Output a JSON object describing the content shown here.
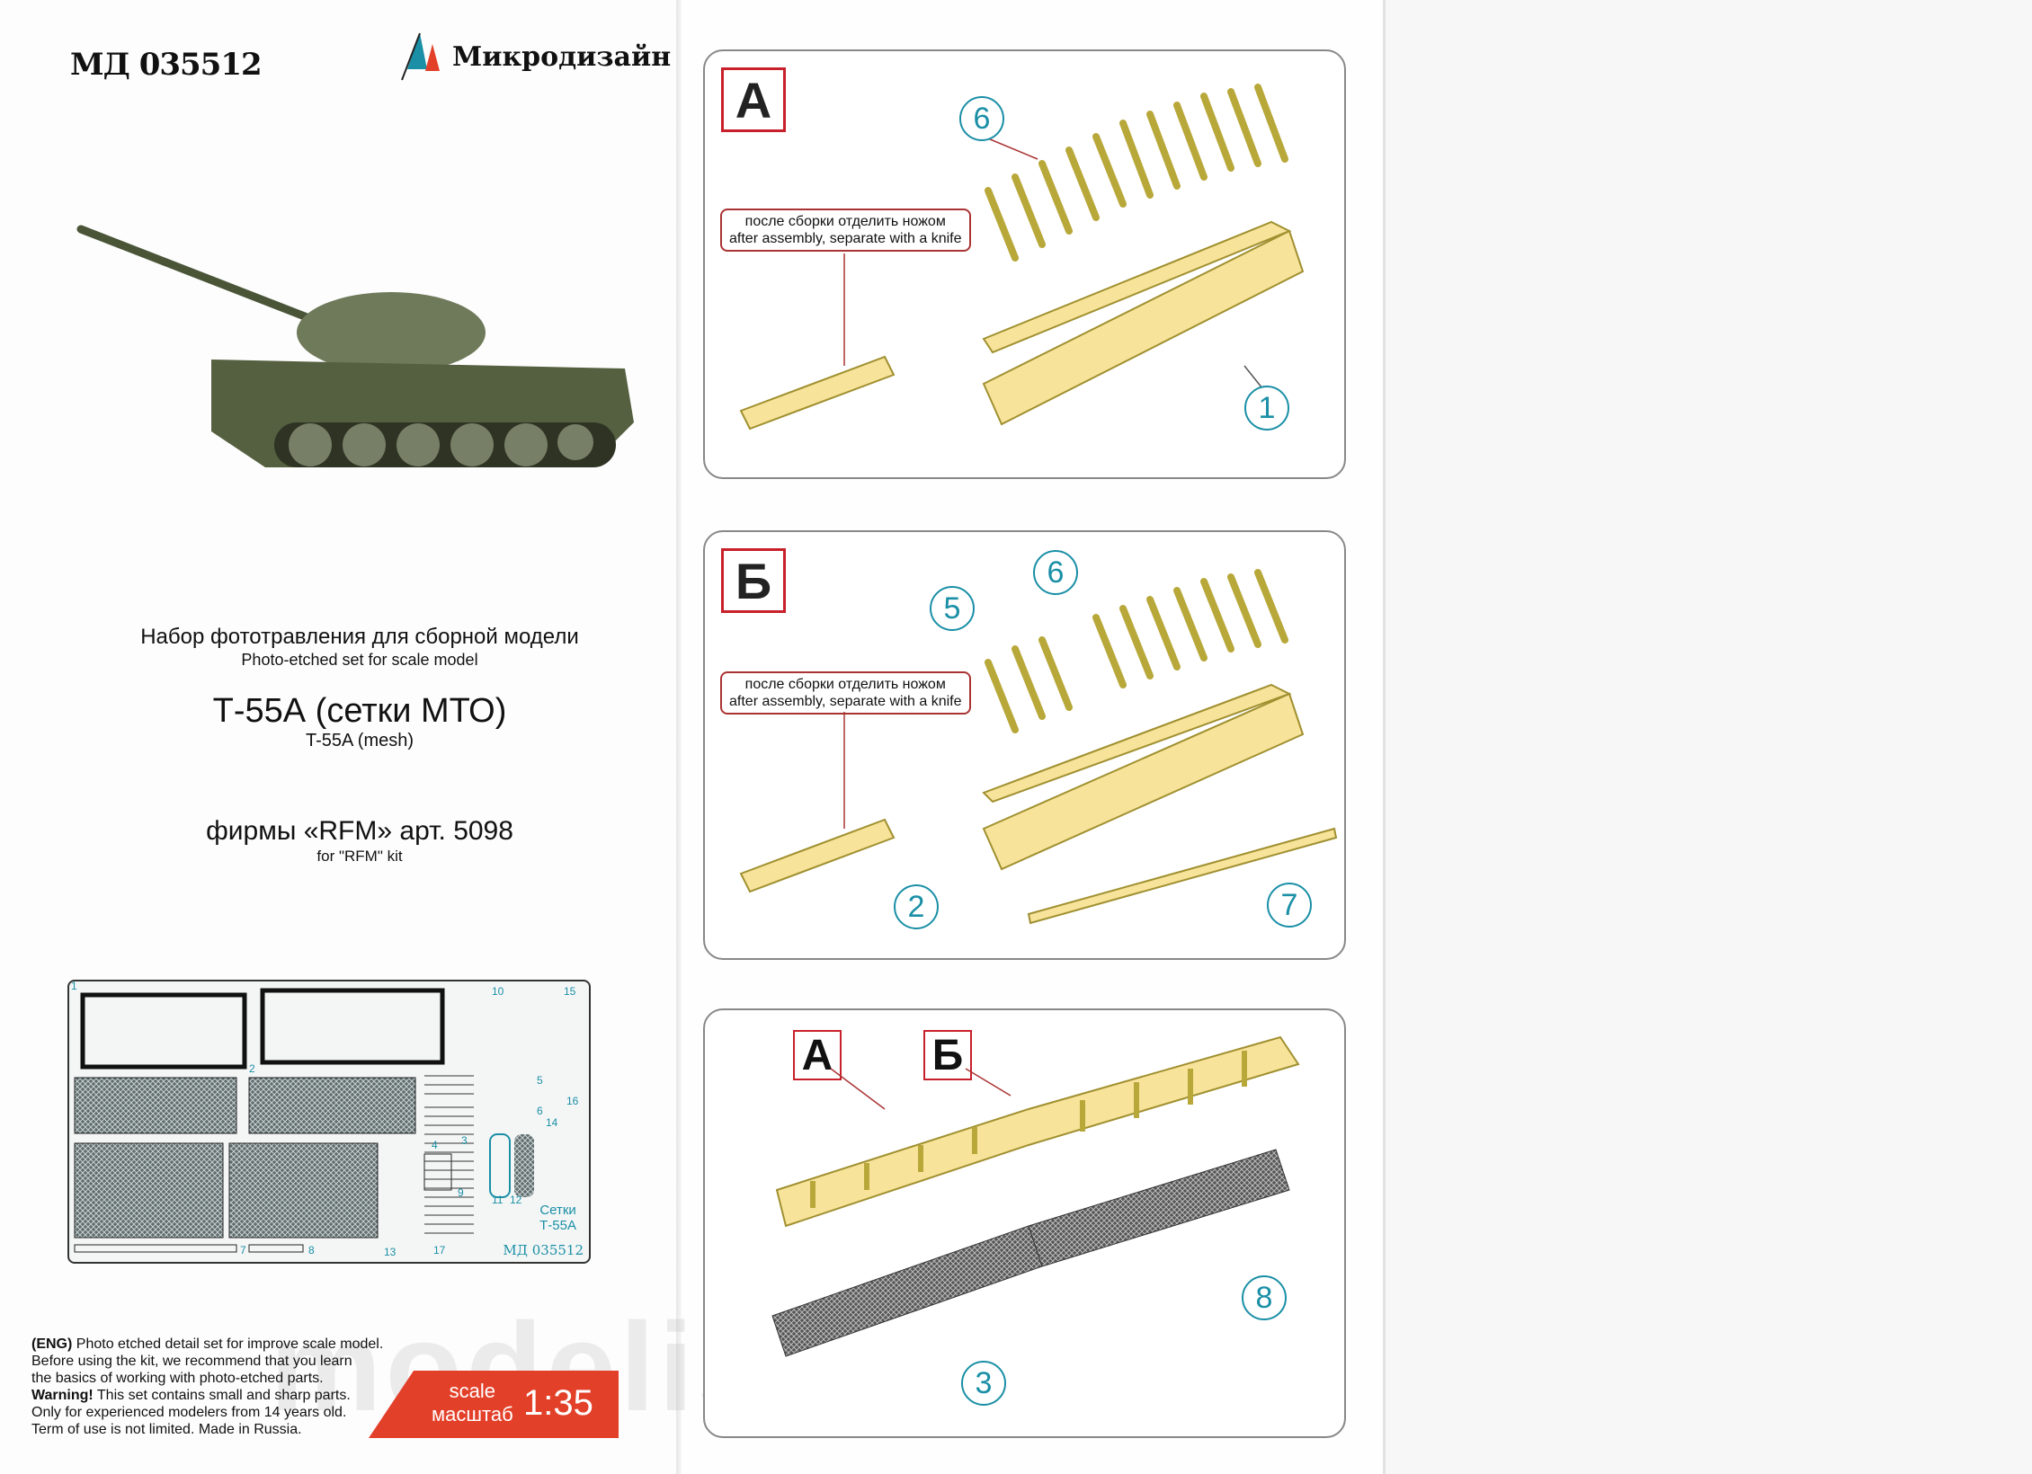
{
  "header": {
    "code": "МД 035512",
    "brand": "Микродизайн"
  },
  "product": {
    "line_ru": "Набор фототравления для сборной модели",
    "line_en": "Photo-etched set for scale model",
    "title_ru": "Т-55А (сетки МТО)",
    "title_en": "T-55A (mesh)",
    "kit_ru": "фирмы «RFM» арт. 5098",
    "kit_en": "for \"RFM\" kit"
  },
  "fret": {
    "label1": "Сетки",
    "label2": "Т-55А",
    "code": "МД 035512",
    "part_numbers": [
      "1",
      "2",
      "3",
      "4",
      "5",
      "6",
      "7",
      "8",
      "9",
      "10",
      "11",
      "12",
      "13",
      "14",
      "15",
      "16",
      "17"
    ]
  },
  "notice": {
    "lines": [
      {
        "bold": "(ENG)",
        "text": " Photo etched detail set for improve scale model."
      },
      {
        "bold": "",
        "text": "Before using the kit, we recommend that you learn"
      },
      {
        "bold": "",
        "text": "the basics of working with photo-etched parts."
      },
      {
        "bold": "Warning!",
        "text": " This set contains small and sharp parts."
      },
      {
        "bold": "",
        "text": "Only for experienced modelers from 14 years old."
      },
      {
        "bold": "",
        "text": "Term of use is not limited. Made in Russia."
      }
    ]
  },
  "scale": {
    "en": "scale",
    "ru": "масштаб",
    "value": "1:35"
  },
  "watermark": "modelist.ru",
  "steps": [
    {
      "label": "А",
      "callout_ru": "после сборки отделить ножом",
      "callout_en": "after assembly, separate with a knife",
      "parts": [
        "6",
        "1"
      ]
    },
    {
      "label": "Б",
      "callout_ru": "после сборки отделить ножом",
      "callout_en": "after assembly, separate with a knife",
      "parts": [
        "6",
        "5",
        "2",
        "7"
      ]
    },
    {
      "label_a": "А",
      "label_b": "Б",
      "parts": [
        "8",
        "3"
      ]
    }
  ],
  "colors": {
    "accent_red": "#c8202a",
    "teal": "#1a8fa6",
    "part_yellow": "#f7e39a",
    "badge": "#e3402a"
  }
}
